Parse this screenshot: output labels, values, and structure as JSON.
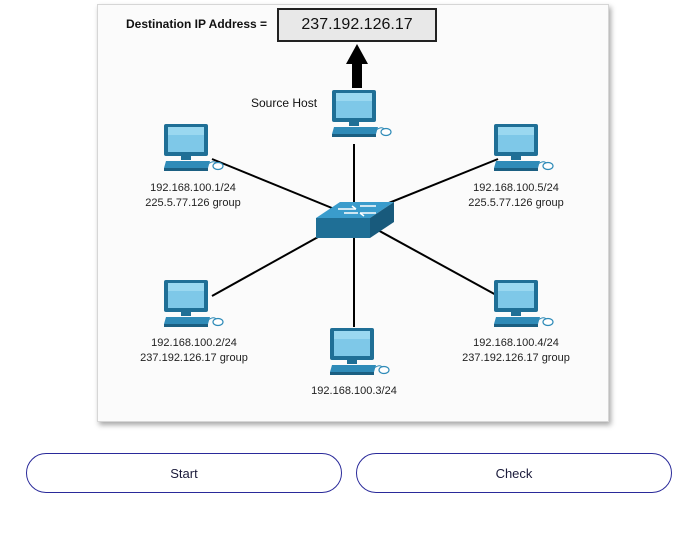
{
  "destination": {
    "label": "Destination IP Address =",
    "ip": "237.192.126.17"
  },
  "source_label": "Source Host",
  "hosts": [
    {
      "ip": "192.168.100.1/24",
      "group": "225.5.77.126 group"
    },
    {
      "ip": "192.168.100.5/24",
      "group": "225.5.77.126 group"
    },
    {
      "ip": "192.168.100.2/24",
      "group": "237.192.126.17 group"
    },
    {
      "ip": "192.168.100.4/24",
      "group": "237.192.126.17 group"
    },
    {
      "ip": "192.168.100.3/24",
      "group": ""
    }
  ],
  "buttons": {
    "start": "Start",
    "check": "Check"
  },
  "colors": {
    "device": "#2f8bb8",
    "screen": "#7ec8e8",
    "button_border": "#2a2a9a"
  }
}
